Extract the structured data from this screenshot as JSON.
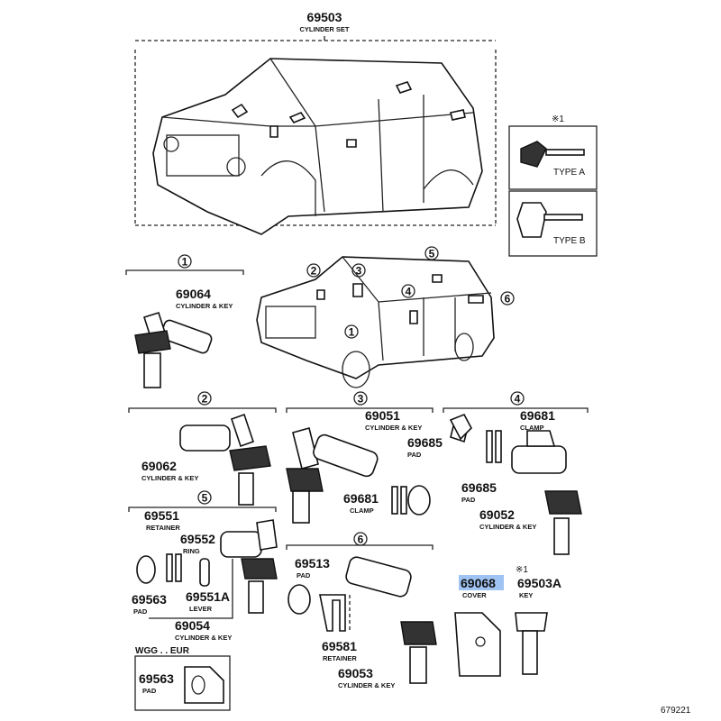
{
  "set": {
    "number": "69503",
    "desc": "CYLINDER SET"
  },
  "key_types": {
    "note": "※1",
    "type_a": "TYPE A",
    "type_b": "TYPE B"
  },
  "circles": [
    "1",
    "2",
    "3",
    "4",
    "5",
    "6"
  ],
  "parts": {
    "p69064": {
      "number": "69064",
      "desc": "CYLINDER & KEY"
    },
    "p69062": {
      "number": "69062",
      "desc": "CYLINDER & KEY"
    },
    "p69051": {
      "number": "69051",
      "desc": "CYLINDER & KEY"
    },
    "p69685a": {
      "number": "69685",
      "desc": "PAD"
    },
    "p69681a": {
      "number": "69681",
      "desc": "CLAMP"
    },
    "p69681b": {
      "number": "69681",
      "desc": "CLAMP"
    },
    "p69685b": {
      "number": "69685",
      "desc": "PAD"
    },
    "p69052": {
      "number": "69052",
      "desc": "CYLINDER & KEY"
    },
    "p69551": {
      "number": "69551",
      "desc": "RETAINER"
    },
    "p69552": {
      "number": "69552",
      "desc": "RING"
    },
    "p69563a": {
      "number": "69563",
      "desc": "PAD"
    },
    "p69551a": {
      "number": "69551A",
      "desc": "LEVER"
    },
    "p69054": {
      "number": "69054",
      "desc": "CYLINDER & KEY"
    },
    "p69563b": {
      "number": "69563",
      "desc": "PAD"
    },
    "p69513": {
      "number": "69513",
      "desc": "PAD"
    },
    "p69581": {
      "number": "69581",
      "desc": "RETAINER"
    },
    "p69053": {
      "number": "69053",
      "desc": "CYLINDER & KEY"
    },
    "p69068": {
      "number": "69068",
      "desc": "COVER"
    },
    "p69503a": {
      "note": "※1",
      "number": "69503A",
      "desc": "KEY"
    }
  },
  "region_note": "WGG . . EUR",
  "diagram_id": "679221",
  "highlight_color": "#9fc3f2"
}
